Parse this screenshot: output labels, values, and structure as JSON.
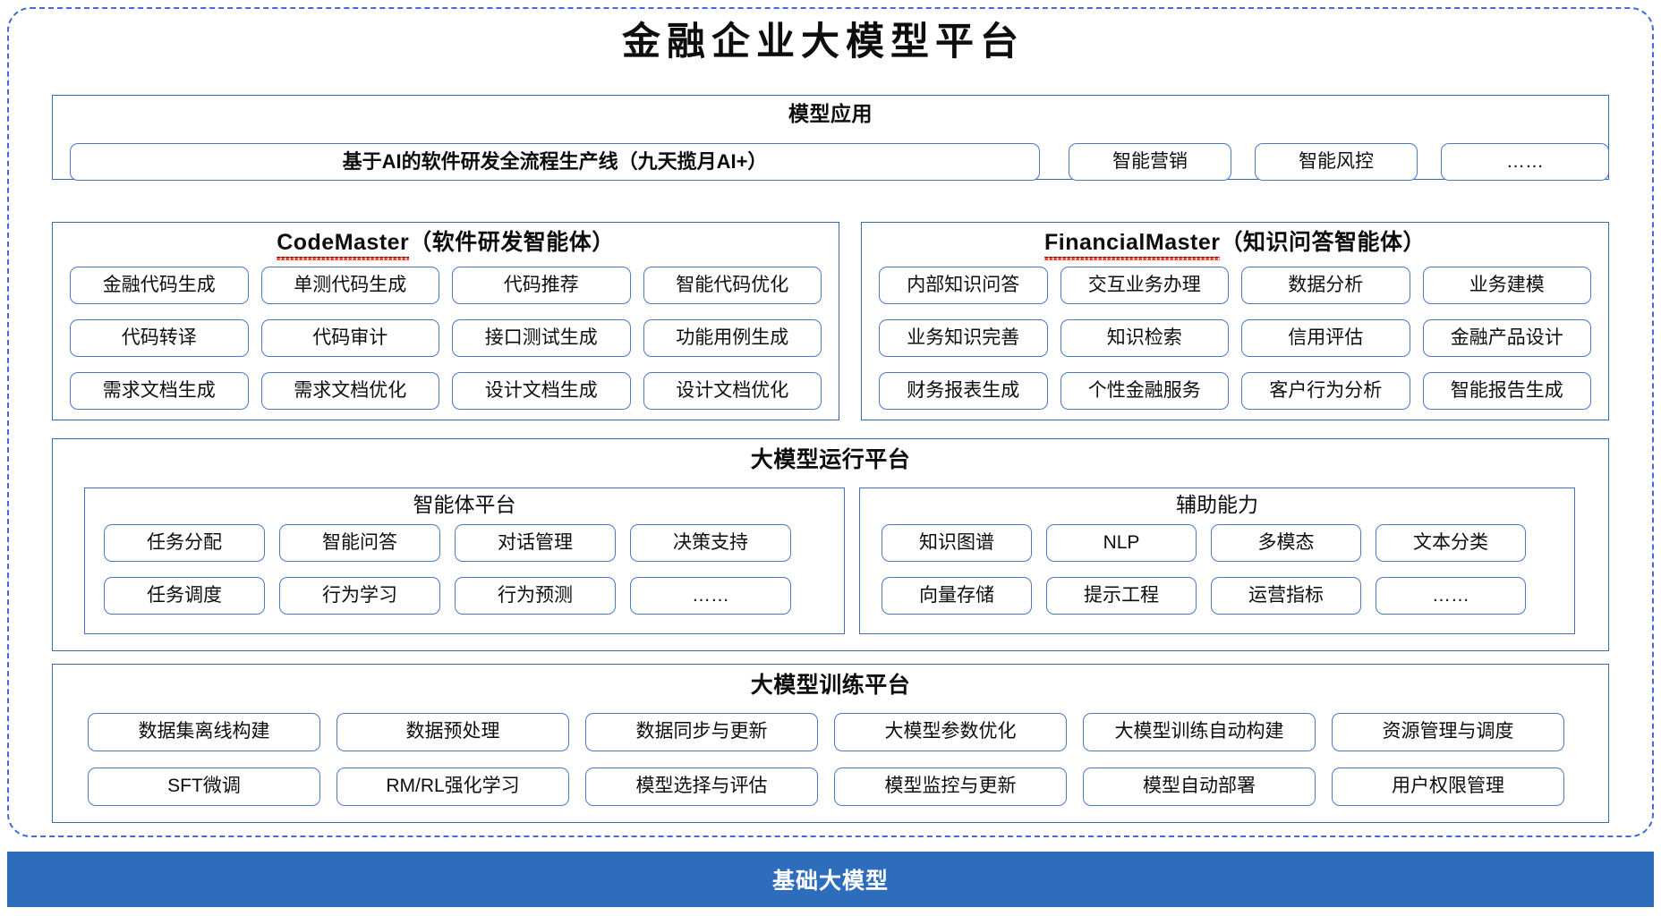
{
  "title": "金融企业大模型平台",
  "colors": {
    "frame_dashed": "#3b6fd4",
    "panel_border": "#2f6cb5",
    "pill_border": "#4a79c8",
    "base_bar": "#2e6dbc",
    "base_bar_text": "#ffffff",
    "spellcheck_underline": "#ff2a17"
  },
  "layers": {
    "model_application": {
      "heading": "模型应用",
      "banner": "基于AI的软件研发全流程生产线（九天揽月AI+）",
      "items": [
        "智能营销",
        "智能风控",
        "……"
      ]
    },
    "agents": {
      "code_master": {
        "name": "CodeMaster",
        "suffix": "（软件研发智能体）",
        "spellcheck_flagged": true,
        "items": [
          "金融代码生成",
          "单测代码生成",
          "代码推荐",
          "智能代码优化",
          "代码转译",
          "代码审计",
          "接口测试生成",
          "功能用例生成",
          "需求文档生成",
          "需求文档优化",
          "设计文档生成",
          "设计文档优化"
        ]
      },
      "financial_master": {
        "name": "FinancialMaster",
        "suffix": "（知识问答智能体）",
        "spellcheck_flagged": true,
        "items": [
          "内部知识问答",
          "交互业务办理",
          "数据分析",
          "业务建模",
          "业务知识完善",
          "知识检索",
          "信用评估",
          "金融产品设计",
          "财务报表生成",
          "个性金融服务",
          "客户行为分析",
          "智能报告生成"
        ]
      }
    },
    "runtime_platform": {
      "heading": "大模型运行平台",
      "agent_platform": {
        "heading": "智能体平台",
        "items": [
          "任务分配",
          "智能问答",
          "对话管理",
          "决策支持",
          "任务调度",
          "行为学习",
          "行为预测",
          "……"
        ]
      },
      "auxiliary_capability": {
        "heading": "辅助能力",
        "items": [
          "知识图谱",
          "NLP",
          "多模态",
          "文本分类",
          "向量存储",
          "提示工程",
          "运营指标",
          "……"
        ]
      }
    },
    "training_platform": {
      "heading": "大模型训练平台",
      "items": [
        "数据集离线构建",
        "数据预处理",
        "数据同步与更新",
        "大模型参数优化",
        "大模型训练自动构建",
        "资源管理与调度",
        "SFT微调",
        "RM/RL强化学习",
        "模型选择与评估",
        "模型监控与更新",
        "模型自动部署",
        "用户权限管理"
      ]
    }
  },
  "base_layer": {
    "label": "基础大模型"
  }
}
